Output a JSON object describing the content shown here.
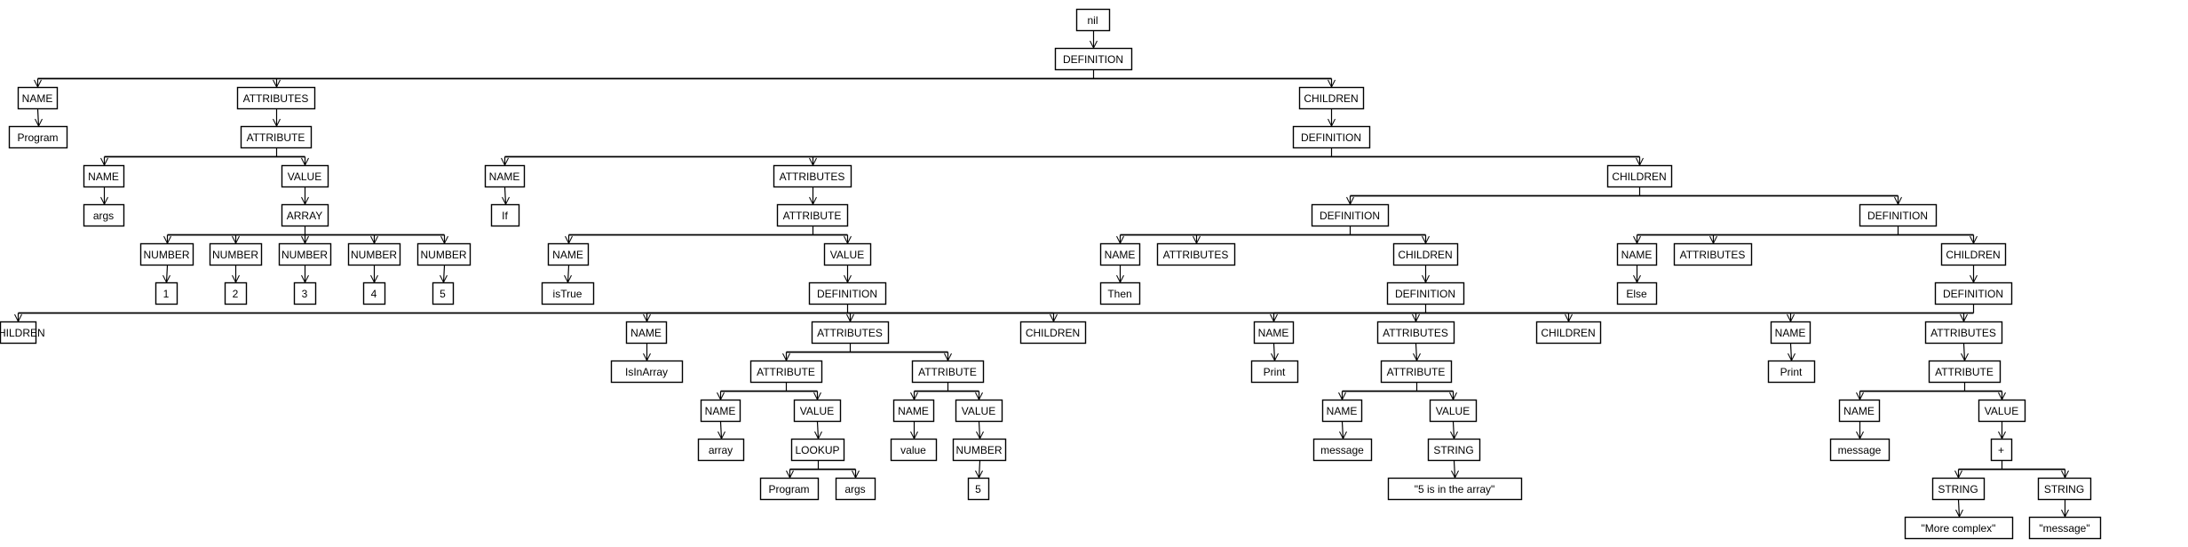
{
  "tree": {
    "label": "nil",
    "children": [
      {
        "label": "DEFINITION",
        "children": [
          {
            "label": "NAME",
            "children": [
              {
                "label": "Program"
              }
            ]
          },
          {
            "label": "ATTRIBUTES",
            "children": [
              {
                "label": "ATTRIBUTE",
                "children": [
                  {
                    "label": "NAME",
                    "children": [
                      {
                        "label": "args"
                      }
                    ]
                  },
                  {
                    "label": "VALUE",
                    "children": [
                      {
                        "label": "ARRAY",
                        "children": [
                          {
                            "label": "NUMBER",
                            "children": [
                              {
                                "label": "1"
                              }
                            ]
                          },
                          {
                            "label": "NUMBER",
                            "children": [
                              {
                                "label": "2"
                              }
                            ]
                          },
                          {
                            "label": "NUMBER",
                            "children": [
                              {
                                "label": "3"
                              }
                            ]
                          },
                          {
                            "label": "NUMBER",
                            "children": [
                              {
                                "label": "4"
                              }
                            ]
                          },
                          {
                            "label": "NUMBER",
                            "children": [
                              {
                                "label": "5"
                              }
                            ]
                          }
                        ]
                      }
                    ]
                  }
                ]
              }
            ]
          },
          {
            "label": "CHILDREN",
            "children": [
              {
                "label": "DEFINITION",
                "children": [
                  {
                    "label": "NAME",
                    "children": [
                      {
                        "label": "If"
                      }
                    ]
                  },
                  {
                    "label": "ATTRIBUTES",
                    "children": [
                      {
                        "label": "ATTRIBUTE",
                        "children": [
                          {
                            "label": "NAME",
                            "children": [
                              {
                                "label": "isTrue"
                              }
                            ]
                          },
                          {
                            "label": "VALUE",
                            "children": [
                              {
                                "label": "DEFINITION",
                                "children": [
                                  {
                                    "label": "NAME",
                                    "children": [
                                      {
                                        "label": "IsInArray"
                                      }
                                    ]
                                  },
                                  {
                                    "label": "ATTRIBUTES",
                                    "children": [
                                      {
                                        "label": "ATTRIBUTE",
                                        "children": [
                                          {
                                            "label": "NAME",
                                            "children": [
                                              {
                                                "label": "array"
                                              }
                                            ]
                                          },
                                          {
                                            "label": "VALUE",
                                            "children": [
                                              {
                                                "label": "LOOKUP",
                                                "children": [
                                                  {
                                                    "label": "Program"
                                                  },
                                                  {
                                                    "label": "args"
                                                  }
                                                ]
                                              }
                                            ]
                                          }
                                        ]
                                      },
                                      {
                                        "label": "ATTRIBUTE",
                                        "children": [
                                          {
                                            "label": "NAME",
                                            "children": [
                                              {
                                                "label": "value"
                                              }
                                            ]
                                          },
                                          {
                                            "label": "VALUE",
                                            "children": [
                                              {
                                                "label": "NUMBER",
                                                "children": [
                                                  {
                                                    "label": "5"
                                                  }
                                                ]
                                              }
                                            ]
                                          }
                                        ]
                                      }
                                    ]
                                  },
                                  {
                                    "label": "CHILDREN"
                                  }
                                ]
                              }
                            ]
                          }
                        ]
                      }
                    ]
                  },
                  {
                    "label": "CHILDREN",
                    "children": [
                      {
                        "label": "DEFINITION",
                        "children": [
                          {
                            "label": "NAME",
                            "children": [
                              {
                                "label": "Then"
                              }
                            ]
                          },
                          {
                            "label": "ATTRIBUTES"
                          },
                          {
                            "label": "CHILDREN",
                            "children": [
                              {
                                "label": "DEFINITION",
                                "children": [
                                  {
                                    "label": "NAME",
                                    "children": [
                                      {
                                        "label": "Print"
                                      }
                                    ]
                                  },
                                  {
                                    "label": "ATTRIBUTES",
                                    "children": [
                                      {
                                        "label": "ATTRIBUTE",
                                        "children": [
                                          {
                                            "label": "NAME",
                                            "children": [
                                              {
                                                "label": "message"
                                              }
                                            ]
                                          },
                                          {
                                            "label": "VALUE",
                                            "children": [
                                              {
                                                "label": "STRING",
                                                "children": [
                                                  {
                                                    "label": "\"5 is in the array\""
                                                  }
                                                ]
                                              }
                                            ]
                                          }
                                        ]
                                      }
                                    ]
                                  },
                                  {
                                    "label": "CHILDREN"
                                  }
                                ]
                              }
                            ]
                          }
                        ]
                      },
                      {
                        "label": "DEFINITION",
                        "children": [
                          {
                            "label": "NAME",
                            "children": [
                              {
                                "label": "Else"
                              }
                            ]
                          },
                          {
                            "label": "ATTRIBUTES"
                          },
                          {
                            "label": "CHILDREN",
                            "children": [
                              {
                                "label": "DEFINITION",
                                "children": [
                                  {
                                    "label": "NAME",
                                    "children": [
                                      {
                                        "label": "Print"
                                      }
                                    ]
                                  },
                                  {
                                    "label": "ATTRIBUTES",
                                    "children": [
                                      {
                                        "label": "ATTRIBUTE",
                                        "children": [
                                          {
                                            "label": "NAME",
                                            "children": [
                                              {
                                                "label": "message"
                                              }
                                            ]
                                          },
                                          {
                                            "label": "VALUE",
                                            "children": [
                                              {
                                                "label": "+",
                                                "children": [
                                                  {
                                                    "label": "STRING",
                                                    "children": [
                                                      {
                                                        "label": "\"More complex\""
                                                      }
                                                    ]
                                                  },
                                                  {
                                                    "label": "STRING",
                                                    "children": [
                                                      {
                                                        "label": "\"message\""
                                                      }
                                                    ]
                                                  }
                                                ]
                                              }
                                            ]
                                          }
                                        ]
                                      }
                                    ]
                                  },
                                  {
                                    "label": "CHILDREN"
                                  }
                                ]
                              }
                            ]
                          }
                        ]
                      }
                    ]
                  }
                ]
              }
            ]
          }
        ]
      }
    ]
  }
}
